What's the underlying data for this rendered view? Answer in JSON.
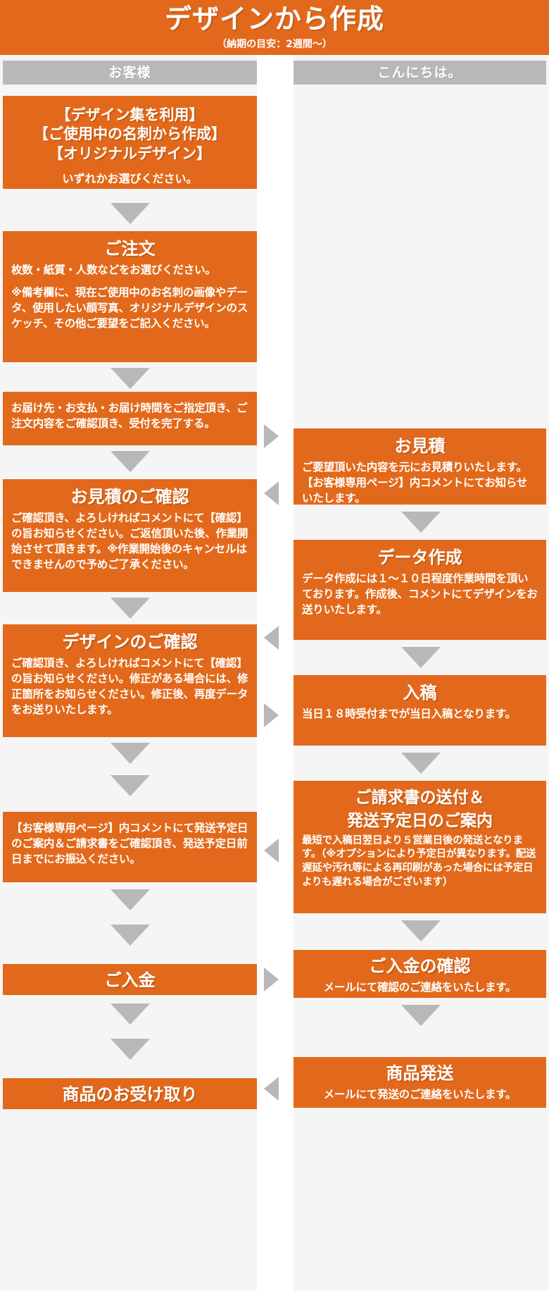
{
  "header": {
    "title": "デザインから作成",
    "subtitle": "（納期の目安：2週間～）"
  },
  "columns": {
    "left_label": "お客様",
    "right_label": "こんにちは。"
  },
  "customer_steps": [
    {
      "id": "design-choice",
      "lead": "【デザイン集を利用】\n【ご使用中の名刺から作成】\n【オリジナルデザイン】",
      "lead_line1": "【デザイン集を利用】",
      "lead_line2": "【ご使用中の名刺から作成】",
      "lead_line3": "【オリジナルデザイン】",
      "sub": "いずれかお選びください。"
    },
    {
      "id": "order",
      "title": "ご注文",
      "body1": "枚数・紙質・人数などをお選びください。",
      "body2": "※備考欄に、現在ご使用中のお名刺の画像やデータ、使用したい顔写真、オリジナルデザインのスケッチ、その他ご要望をご記入ください。"
    },
    {
      "id": "order-confirm",
      "title": "",
      "body": "お届け先・お支払・お届け時間をご指定頂き、ご注文内容をご確認頂き、受付を完了する。"
    },
    {
      "id": "quote-confirm",
      "title": "お見積のご確認",
      "body": "ご確認頂き、よろしければコメントにて【確認】の旨お知らせください。ご返信頂いた後、作業開始させて頂きます。※作業開始後のキャンセルはできませんので予めご了承ください。"
    },
    {
      "id": "design-confirm",
      "title": "デザインのご確認",
      "body": "ご確認頂き、よろしければコメントにて【確認】の旨お知らせください。修正がある場合には、修正箇所をお知らせください。修正後、再度データをお送りいたします。"
    },
    {
      "id": "payment-notice",
      "title": "",
      "body": "【お客様専用ページ】内コメントにて発送予定日のご案内＆ご請求書をご確認頂き、発送予定日前日までにお振込ください。"
    },
    {
      "id": "payment",
      "title": "ご入金",
      "body": ""
    },
    {
      "id": "receive-goods",
      "title": "商品のお受け取り",
      "body": ""
    }
  ],
  "shop_steps": [
    {
      "id": "quote",
      "title": "お見積",
      "body": "ご要望頂いた内容を元にお見積りいたします。【お客様専用ページ】内コメントにてお知らせいたします。"
    },
    {
      "id": "data-creation",
      "title": "データ作成",
      "body": "データ作成には１～１０日程度作業時間を頂いております。作成後、コメントにてデザインをお送りいたします。"
    },
    {
      "id": "submission",
      "title": "入稿",
      "body": "当日１８時受付までが当日入稿となります。"
    },
    {
      "id": "invoice-shipping",
      "title_line1": "ご請求書の送付＆",
      "title_line2": "発送予定日のご案内",
      "body": "最短で入稿日翌日より５営業日後の発送となります。（※オプションにより予定日が異なります。配送遅延や汚れ等による再印刷があった場合には予定日よりも遅れる場合がございます）"
    },
    {
      "id": "payment-confirm",
      "title": "ご入金の確認",
      "body": "メールにて確認のご連絡をいたします。"
    },
    {
      "id": "shipment",
      "title": "商品発送",
      "body": "メールにて発送のご連絡をいたします。"
    }
  ],
  "colors": {
    "accent": "#e2691b",
    "arrow": "#b8b8b8",
    "background": "#f5f5f5",
    "text_on_accent": "#ffffff"
  }
}
